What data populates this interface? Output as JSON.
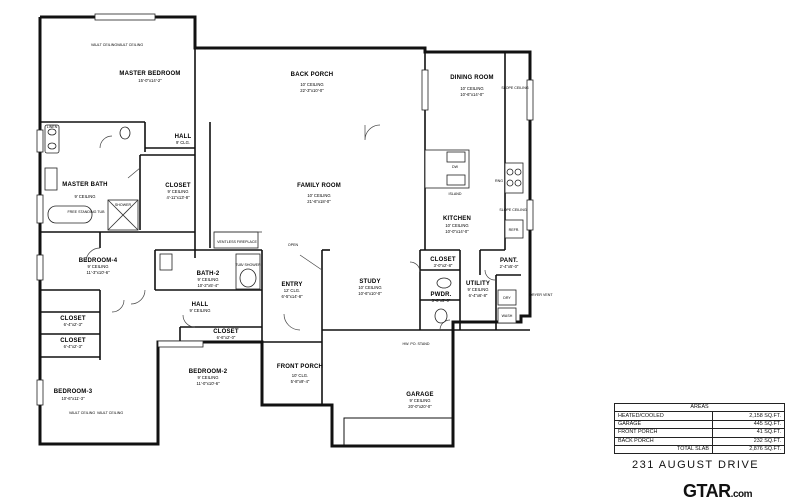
{
  "rooms": {
    "master_bedroom": {
      "name": "MASTER BEDROOM",
      "dims": "15'-0\"x14'-2\"",
      "vault1": "VAULT CEILING",
      "vault2": "VAULT CEILING"
    },
    "back_porch": {
      "name": "BACK PORCH",
      "ceiling": "10' CEILING",
      "dims": "22'-3\"x10'-0\""
    },
    "dining_room": {
      "name": "DINING ROOM",
      "ceiling": "10' CEILING",
      "dims": "10'-6\"x14'-0\"",
      "slope": "SLOPE CEILING"
    },
    "hall_top": {
      "name": "HALL",
      "ceiling": "9' CLG."
    },
    "linen": {
      "name": "LINEN"
    },
    "master_bath": {
      "name": "MASTER BATH",
      "ceiling": "9' CEILING",
      "shower": "SHOWER",
      "tub": "FREE STANDING TUB"
    },
    "closet_master": {
      "name": "CLOSET",
      "ceiling": "9' CEILING",
      "dims": "4'-11\"x13'-8\""
    },
    "family_room": {
      "name": "FAMILY ROOM",
      "ceiling": "10' CEILING",
      "dims": "21'-6\"x18'-0\""
    },
    "kitchen": {
      "name": "KITCHEN",
      "ceiling": "10' CEILING",
      "dims": "10'-0\"x14'-0\"",
      "island": "ISLAND",
      "dw": "DW",
      "slope": "SLOPE CEILING",
      "refr": "REFR.",
      "range": "RNG"
    },
    "bedroom4": {
      "name": "BEDROOM-4",
      "ceiling": "9' CEILING",
      "dims": "11'-3\"x10'-6\""
    },
    "bath2": {
      "name": "BATH-2",
      "ceiling": "9' CEILING",
      "dims": "10'-2\"x5'-4\"",
      "tub": "TUB/ SHOWER"
    },
    "fireplace": {
      "name": "VENTLESS FIREPLACE"
    },
    "opening": {
      "name": "OPEN"
    },
    "entry": {
      "name": "ENTRY",
      "ceiling": "12' CLG.",
      "dims": "6'-5\"x14'-8\""
    },
    "study": {
      "name": "STUDY",
      "ceiling": "10' CEILING",
      "dims": "10'-6\"x10'-0\""
    },
    "closet_entry": {
      "name": "CLOSET",
      "dims": "3'-0\"x2'-8\""
    },
    "pwdr": {
      "name": "PWDR.",
      "dims": "3'-6\"x5'-0\""
    },
    "utility": {
      "name": "UTILITY",
      "ceiling": "9' CEILING",
      "dims": "6'-4\"x6'-8\"",
      "dry": "DRY",
      "wash": "WASH",
      "vent": "DRYER VENT"
    },
    "pantry": {
      "name": "PANT.",
      "dims": "2'-4\"x5'-0\""
    },
    "closet_b4a": {
      "name": "CLOSET",
      "dims": "6'-4\"x2'-3\""
    },
    "closet_b4b": {
      "name": "CLOSET",
      "dims": "6'-4\"x2'-3\""
    },
    "hall_mid": {
      "name": "HALL",
      "ceiling": "9' CEILING"
    },
    "closet_hall": {
      "name": "CLOSET",
      "dims": "6'-6\"x2'-0\""
    },
    "bedroom3": {
      "name": "BEDROOM-3",
      "dims": "10'-6\"x11'-3\"",
      "vault1": "VAULT CEILING",
      "vault2": "VAULT CEILING"
    },
    "bedroom2": {
      "name": "BEDROOM-2",
      "ceiling": "9' CEILING",
      "dims": "11'-0\"x10'-6\""
    },
    "front_porch": {
      "name": "FRONT PORCH",
      "ceiling": "10' CLG.",
      "dims": "5'-8\"x9'-4\""
    },
    "garage": {
      "name": "GARAGE",
      "ceiling": "9' CEILING",
      "dims": "20'-0\"x20'-0\"",
      "hvac": "HW. PO. STAND"
    }
  },
  "areas": {
    "title": "AREAS",
    "rows": [
      {
        "label": "HEATED/COOLED",
        "value": "2,158 SQ.FT."
      },
      {
        "label": "GARAGE",
        "value": "445 SQ.FT."
      },
      {
        "label": "FRONT PORCH",
        "value": "41 SQ.FT."
      },
      {
        "label": "BACK PORCH",
        "value": "232 SQ.FT."
      }
    ],
    "total_label": "TOTAL SLAB",
    "total_value": "2,876 SQ.FT."
  },
  "address": "231 AUGUST DRIVE",
  "logo": {
    "main": "GTAR",
    "domain": ".com"
  }
}
